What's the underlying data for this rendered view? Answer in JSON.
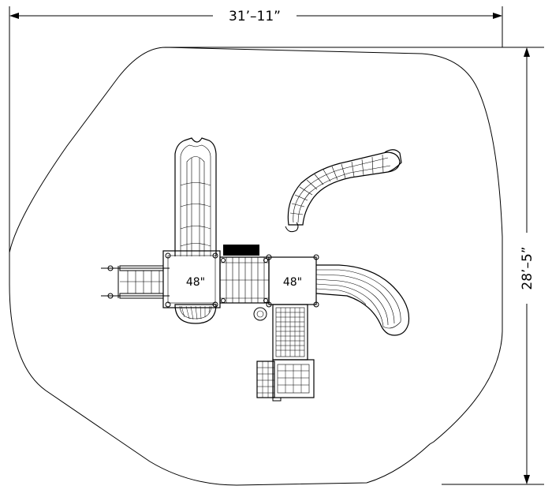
{
  "dimensions": {
    "width": "31’–11”",
    "height": "28’–5”"
  },
  "decks": [
    {
      "label": "48\""
    },
    {
      "label": "48\""
    }
  ]
}
